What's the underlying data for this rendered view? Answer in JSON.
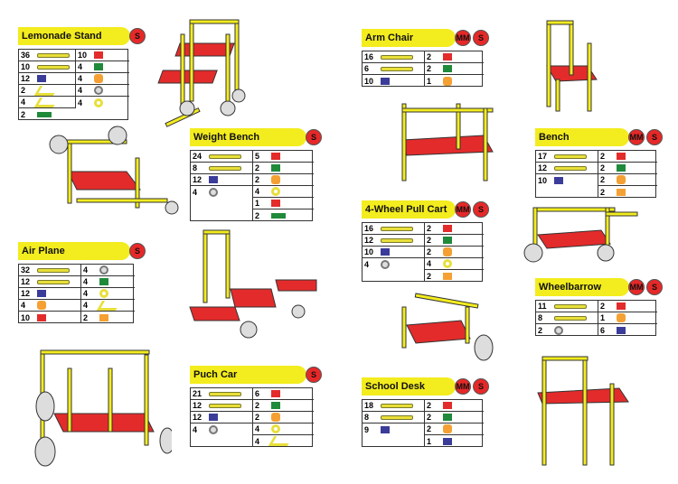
{
  "colors": {
    "yellow": "#f3ec1e",
    "red": "#e32b2b",
    "blue": "#3b3c9a",
    "green": "#1f8a3a",
    "orange": "#f5a033"
  },
  "projects": [
    {
      "id": "lemonade",
      "title": "Lemonade Stand",
      "badges": [
        "S"
      ],
      "left": [
        {
          "q": "36",
          "p": "pipe"
        },
        {
          "q": "10",
          "p": "pipe"
        },
        {
          "q": "12",
          "p": "blue-tee"
        },
        {
          "q": "2",
          "p": "elbow"
        },
        {
          "q": "4",
          "p": "elbow"
        },
        {
          "q": "2",
          "p": "green-bar"
        }
      ],
      "right": [
        {
          "q": "10",
          "p": "red-tee"
        },
        {
          "q": "4",
          "p": "green-tee"
        },
        {
          "q": "4",
          "p": "orange-sq"
        },
        {
          "q": "4",
          "p": "wheel"
        },
        {
          "q": "4",
          "p": "ring"
        }
      ]
    },
    {
      "id": "weight",
      "title": "Weight Bench",
      "badges": [
        "S"
      ],
      "left": [
        {
          "q": "24",
          "p": "pipe"
        },
        {
          "q": "8",
          "p": "pipe"
        },
        {
          "q": "12",
          "p": "blue-tee"
        },
        {
          "q": "4",
          "p": "wheel"
        }
      ],
      "right": [
        {
          "q": "5",
          "p": "red-tee"
        },
        {
          "q": "2",
          "p": "green-tee"
        },
        {
          "q": "2",
          "p": "orange-sq"
        },
        {
          "q": "4",
          "p": "ring"
        },
        {
          "q": "1",
          "p": "red-tee"
        },
        {
          "q": "2",
          "p": "green-bar"
        }
      ]
    },
    {
      "id": "airplane",
      "title": "Air Plane",
      "badges": [
        "S"
      ],
      "left": [
        {
          "q": "32",
          "p": "pipe"
        },
        {
          "q": "12",
          "p": "pipe"
        },
        {
          "q": "12",
          "p": "blue-tee"
        },
        {
          "q": "4",
          "p": "orange-sq"
        },
        {
          "q": "10",
          "p": "red-tee"
        }
      ],
      "right": [
        {
          "q": "4",
          "p": "wheel"
        },
        {
          "q": "4",
          "p": "green-tee"
        },
        {
          "q": "4",
          "p": "ring"
        },
        {
          "q": "4",
          "p": "elbow"
        },
        {
          "q": "2",
          "p": "orange-tee"
        }
      ]
    },
    {
      "id": "puchcar",
      "title": "Puch Car",
      "badges": [
        "S"
      ],
      "left": [
        {
          "q": "21",
          "p": "pipe"
        },
        {
          "q": "12",
          "p": "pipe"
        },
        {
          "q": "12",
          "p": "blue-tee"
        },
        {
          "q": "4",
          "p": "wheel"
        }
      ],
      "right": [
        {
          "q": "6",
          "p": "red-tee"
        },
        {
          "q": "2",
          "p": "green-tee"
        },
        {
          "q": "2",
          "p": "orange-sq"
        },
        {
          "q": "4",
          "p": "ring"
        },
        {
          "q": "4",
          "p": "elbow"
        }
      ]
    },
    {
      "id": "armchair",
      "title": "Arm Chair",
      "badges": [
        "MM",
        "S"
      ],
      "left": [
        {
          "q": "16",
          "p": "pipe"
        },
        {
          "q": "6",
          "p": "pipe"
        },
        {
          "q": "10",
          "p": "blue-tee"
        }
      ],
      "right": [
        {
          "q": "2",
          "p": "red-tee"
        },
        {
          "q": "2",
          "p": "green-tee"
        },
        {
          "q": "1",
          "p": "orange-sq"
        }
      ]
    },
    {
      "id": "pullcart",
      "title": "4-Wheel Pull Cart",
      "badges": [
        "MM",
        "S"
      ],
      "left": [
        {
          "q": "16",
          "p": "pipe"
        },
        {
          "q": "12",
          "p": "pipe"
        },
        {
          "q": "10",
          "p": "blue-tee"
        },
        {
          "q": "4",
          "p": "wheel"
        }
      ],
      "right": [
        {
          "q": "2",
          "p": "red-tee"
        },
        {
          "q": "2",
          "p": "green-tee"
        },
        {
          "q": "2",
          "p": "orange-sq"
        },
        {
          "q": "4",
          "p": "ring"
        },
        {
          "q": "2",
          "p": "orange-tee"
        }
      ]
    },
    {
      "id": "desk",
      "title": "School Desk",
      "badges": [
        "MM",
        "S"
      ],
      "left": [
        {
          "q": "18",
          "p": "pipe"
        },
        {
          "q": "8",
          "p": "pipe"
        },
        {
          "q": "9",
          "p": "blue-tee"
        }
      ],
      "right": [
        {
          "q": "2",
          "p": "red-tee"
        },
        {
          "q": "2",
          "p": "green-tee"
        },
        {
          "q": "2",
          "p": "orange-sq"
        },
        {
          "q": "1",
          "p": "blue-tee"
        }
      ]
    },
    {
      "id": "bench",
      "title": "Bench",
      "badges": [
        "MM",
        "S"
      ],
      "left": [
        {
          "q": "17",
          "p": "pipe"
        },
        {
          "q": "12",
          "p": "pipe"
        },
        {
          "q": "10",
          "p": "blue-tee"
        }
      ],
      "right": [
        {
          "q": "2",
          "p": "red-tee"
        },
        {
          "q": "2",
          "p": "green-tee"
        },
        {
          "q": "2",
          "p": "orange-sq"
        },
        {
          "q": "2",
          "p": "orange-tee"
        }
      ]
    },
    {
      "id": "wheelbarrow",
      "title": "Wheelbarrow",
      "badges": [
        "MM",
        "S"
      ],
      "left": [
        {
          "q": "11",
          "p": "pipe"
        },
        {
          "q": "8",
          "p": "pipe"
        },
        {
          "q": "2",
          "p": "wheel"
        }
      ],
      "right": [
        {
          "q": "2",
          "p": "red-tee"
        },
        {
          "q": "1",
          "p": "orange-sq"
        },
        {
          "q": "6",
          "p": "blue-tee"
        }
      ]
    }
  ]
}
